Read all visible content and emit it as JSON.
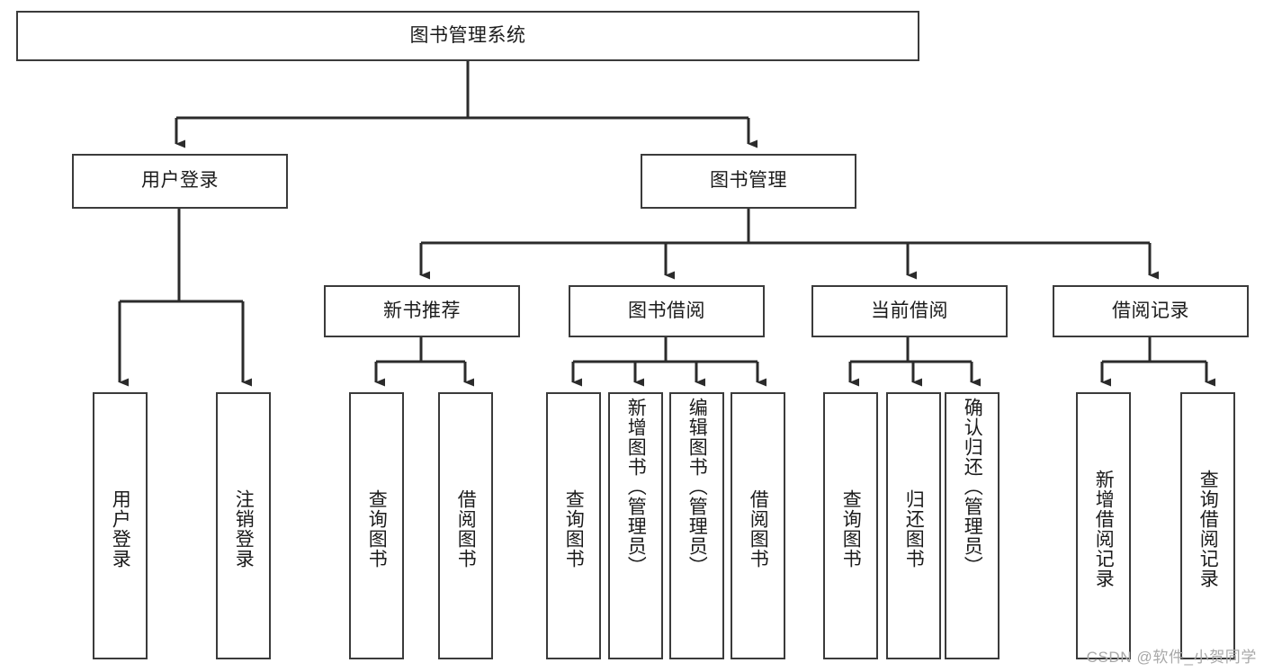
{
  "diagram": {
    "title": "图书管理系统",
    "type": "functional-structure-tree",
    "orientation": "top-down",
    "colors": {
      "background": "#ffffff",
      "node_border": "#3b3b3b",
      "node_fill": "#ffffff",
      "connector": "#2b2b2b",
      "text": "#1b1b1b",
      "watermark": "#a8a8a8"
    }
  },
  "root": {
    "label": "图书管理系统"
  },
  "level2": [
    {
      "label": "用户登录"
    },
    {
      "label": "图书管理"
    }
  ],
  "level3": [
    {
      "label": "新书推荐"
    },
    {
      "label": "图书借阅"
    },
    {
      "label": "当前借阅"
    },
    {
      "label": "借阅记录"
    }
  ],
  "leaves": {
    "user_login": [
      {
        "label": "用户登录"
      },
      {
        "label": "注销登录"
      }
    ],
    "new_book_recommend": [
      {
        "label": "查询图书"
      },
      {
        "label": "借阅图书"
      }
    ],
    "book_borrow": [
      {
        "label": "查询图书"
      },
      {
        "label": "新增图书（管理员）"
      },
      {
        "label": "编辑图书（管理员）"
      },
      {
        "label": "借阅图书"
      }
    ],
    "current_borrow": [
      {
        "label": "查询图书"
      },
      {
        "label": "归还图书"
      },
      {
        "label": "确认归还（管理员）"
      }
    ],
    "borrow_records": [
      {
        "label": "新增借阅记录"
      },
      {
        "label": "查询借阅记录"
      }
    ]
  },
  "watermark": {
    "text": "CSDN @软件_小贺同学"
  }
}
